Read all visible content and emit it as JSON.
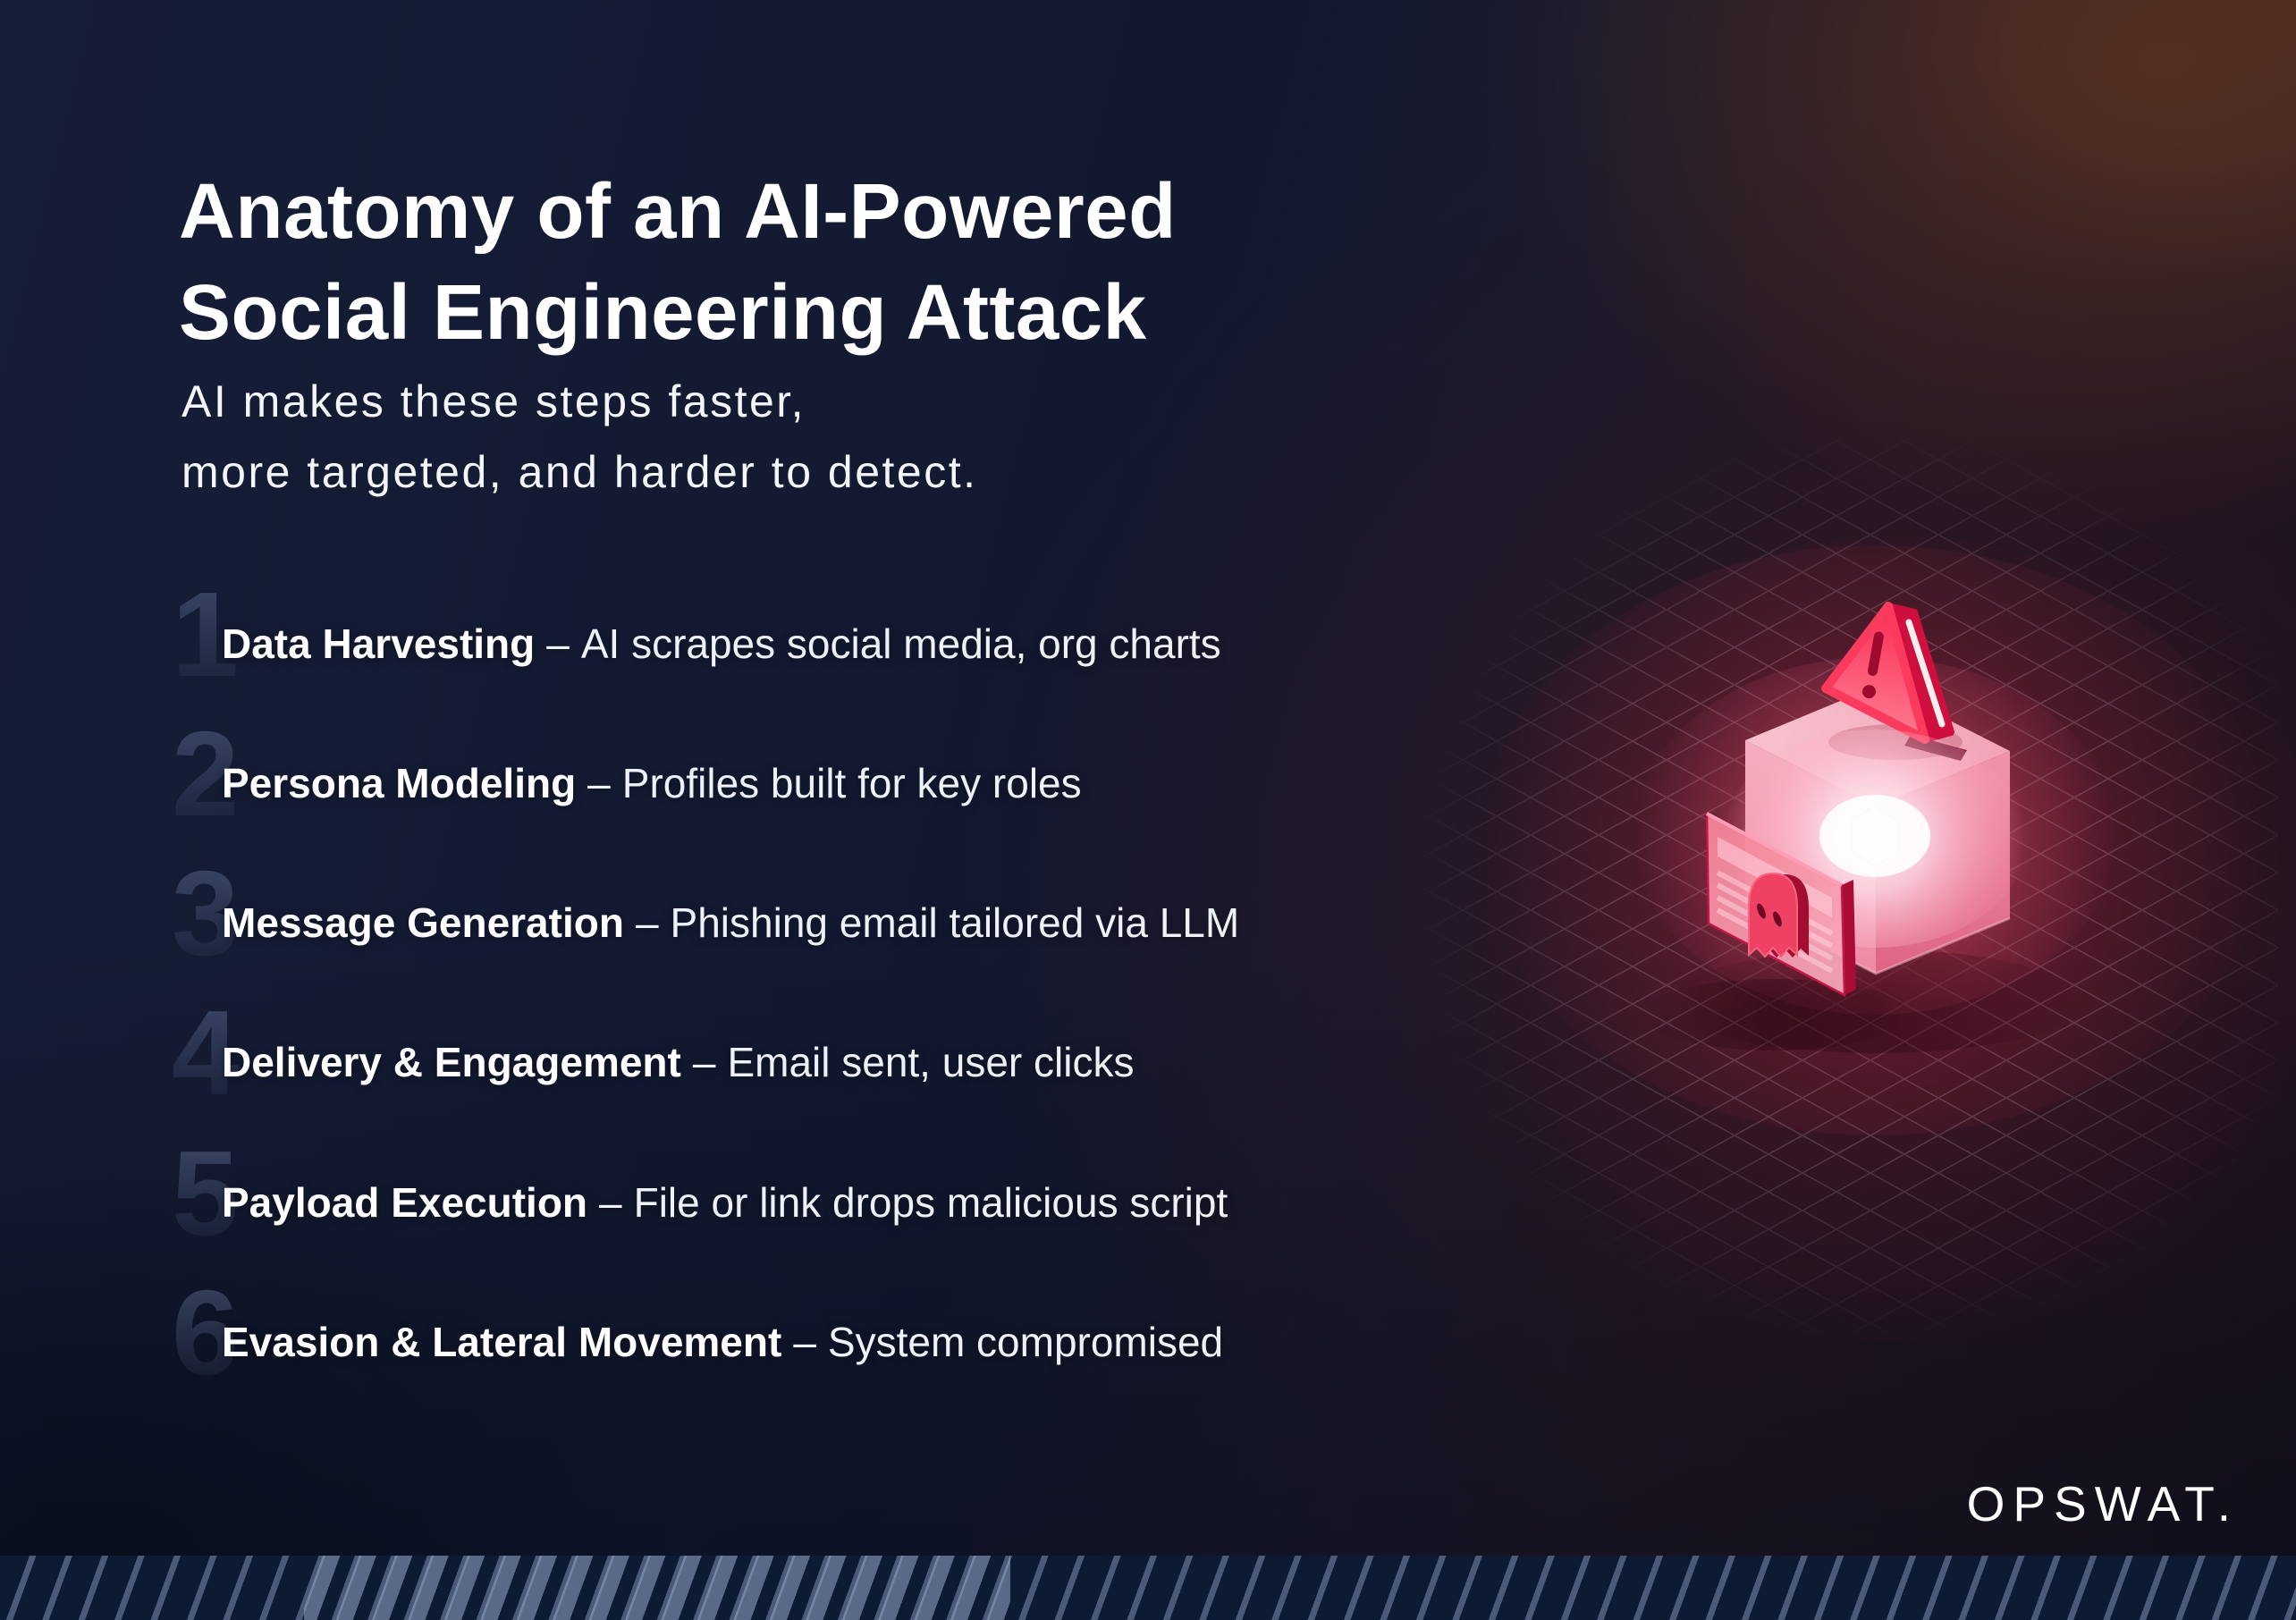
{
  "header": {
    "title_line1": "Anatomy of an AI-Powered",
    "title_line2": "Social Engineering Attack",
    "subtitle_line1": "AI makes these steps faster,",
    "subtitle_line2": "more targeted, and harder to detect."
  },
  "steps": [
    {
      "number": "1",
      "label": "Data Harvesting",
      "dash": "–",
      "description": "AI scrapes social media, org charts"
    },
    {
      "number": "2",
      "label": "Persona Modeling",
      "dash": "–",
      "description": "Profiles built for key roles"
    },
    {
      "number": "3",
      "label": "Message Generation",
      "dash": "–",
      "description": "Phishing email tailored via LLM"
    },
    {
      "number": "4",
      "label": "Delivery & Engagement",
      "dash": "–",
      "description": "Email sent, user clicks"
    },
    {
      "number": "5",
      "label": "Payload Execution",
      "dash": "–",
      "description": "File or link drops malicious script"
    },
    {
      "number": "6",
      "label": "Evasion & Lateral Movement",
      "dash": "–",
      "description": "System compromised"
    }
  ],
  "branding": {
    "logo": "OPSWAT."
  },
  "illustration": {
    "icons": [
      "glowing-cube",
      "warning-triangle-icon",
      "exclamation-icon",
      "gem-core-icon",
      "phishing-email-card",
      "ghost-icon",
      "floor-grid"
    ],
    "glow_color": "#ff3b60",
    "grid_color": "#9b93a3"
  },
  "colors": {
    "background_navy": "#121a31",
    "background_brown": "#2e1f1b",
    "accent_red": "#f4315b",
    "text_white": "#ffffff",
    "footer_bar": "#0d1a33",
    "footer_stripe": "#96a8c8"
  }
}
